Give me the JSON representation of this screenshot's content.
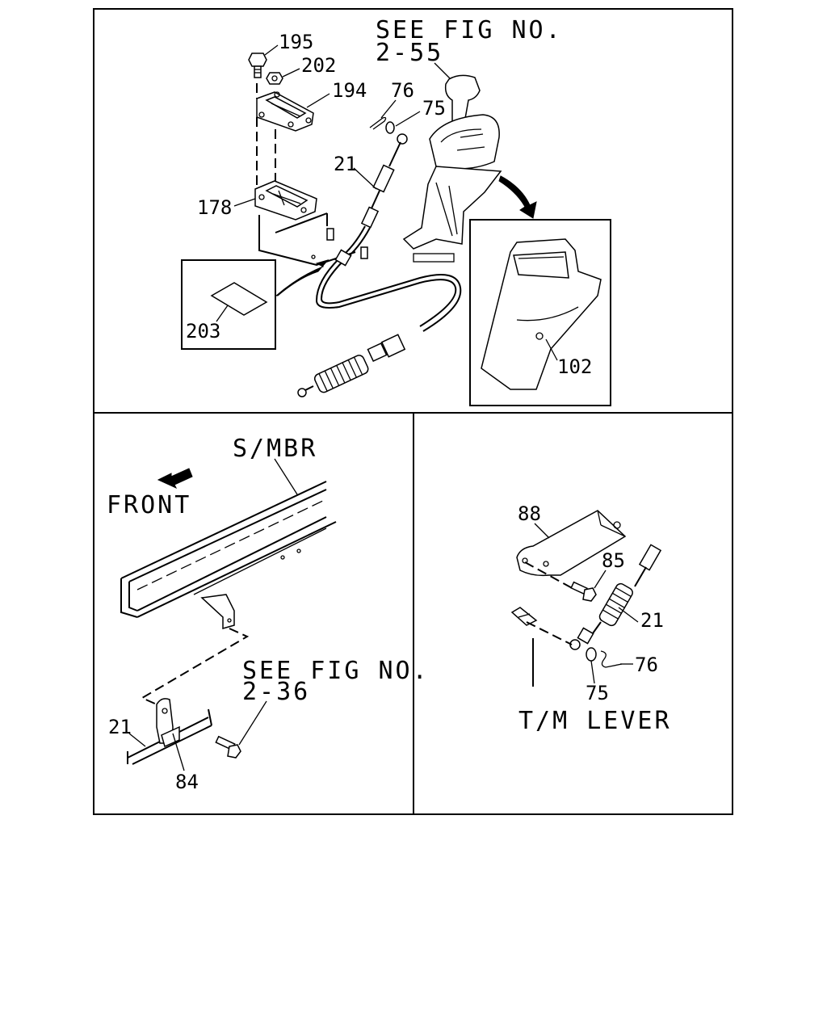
{
  "panels": {
    "top": {
      "see_fig_line1": "SEE FIG NO.",
      "see_fig_line2": "2-55",
      "callouts": {
        "c195": "195",
        "c202": "202",
        "c194": "194",
        "c76": "76",
        "c75": "75",
        "c21": "21",
        "c178": "178",
        "c203": "203",
        "c102": "102"
      }
    },
    "bottom_left": {
      "member_label": "S/MBR",
      "front_label": "FRONT",
      "see_fig_line1": "SEE FIG NO.",
      "see_fig_line2": "2-36",
      "callouts": {
        "c21": "21",
        "c84": "84"
      }
    },
    "bottom_right": {
      "lever_label": "T/M LEVER",
      "callouts": {
        "c88": "88",
        "c85": "85",
        "c21": "21",
        "c76": "76",
        "c75": "75"
      }
    }
  }
}
